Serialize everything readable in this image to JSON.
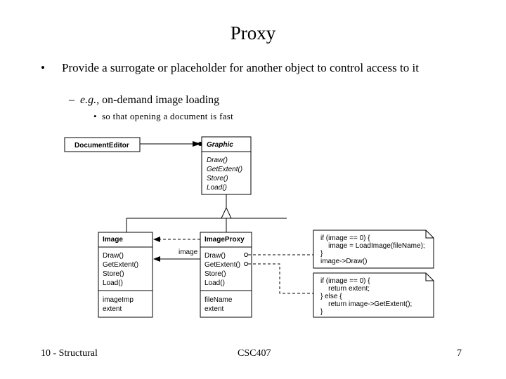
{
  "slide": {
    "title": "Proxy",
    "bullet1": "Provide a surrogate or placeholder for another object to control access to it",
    "bullet2_prefix": "e.g.,",
    "bullet2_text": " on-demand image loading",
    "bullet3": "so that opening a document is fast",
    "footer_left": "10 - Structural",
    "footer_center": "CSC407",
    "footer_right": "7"
  },
  "diagram": {
    "document_editor": "DocumentEditor",
    "graphic": {
      "name": "Graphic",
      "methods": [
        "Draw()",
        "GetExtent()",
        "Store()",
        "Load()"
      ]
    },
    "image": {
      "name": "Image",
      "methods": [
        "Draw()",
        "GetExtent()",
        "Store()",
        "Load()"
      ],
      "fields": [
        "imageImp",
        "extent"
      ]
    },
    "image_proxy": {
      "name": "ImageProxy",
      "methods": [
        "Draw()",
        "GetExtent()",
        "Store()",
        "Load()"
      ],
      "fields": [
        "fileName",
        "extent"
      ]
    },
    "association_label": "image",
    "note_draw": [
      "if (image == 0) {",
      "    image = LoadImage(fileName);",
      "}",
      "image->Draw()"
    ],
    "note_extent": [
      "if (image == 0) {",
      "    return extent;",
      "} else {",
      "    return image->GetExtent();",
      "}"
    ]
  }
}
